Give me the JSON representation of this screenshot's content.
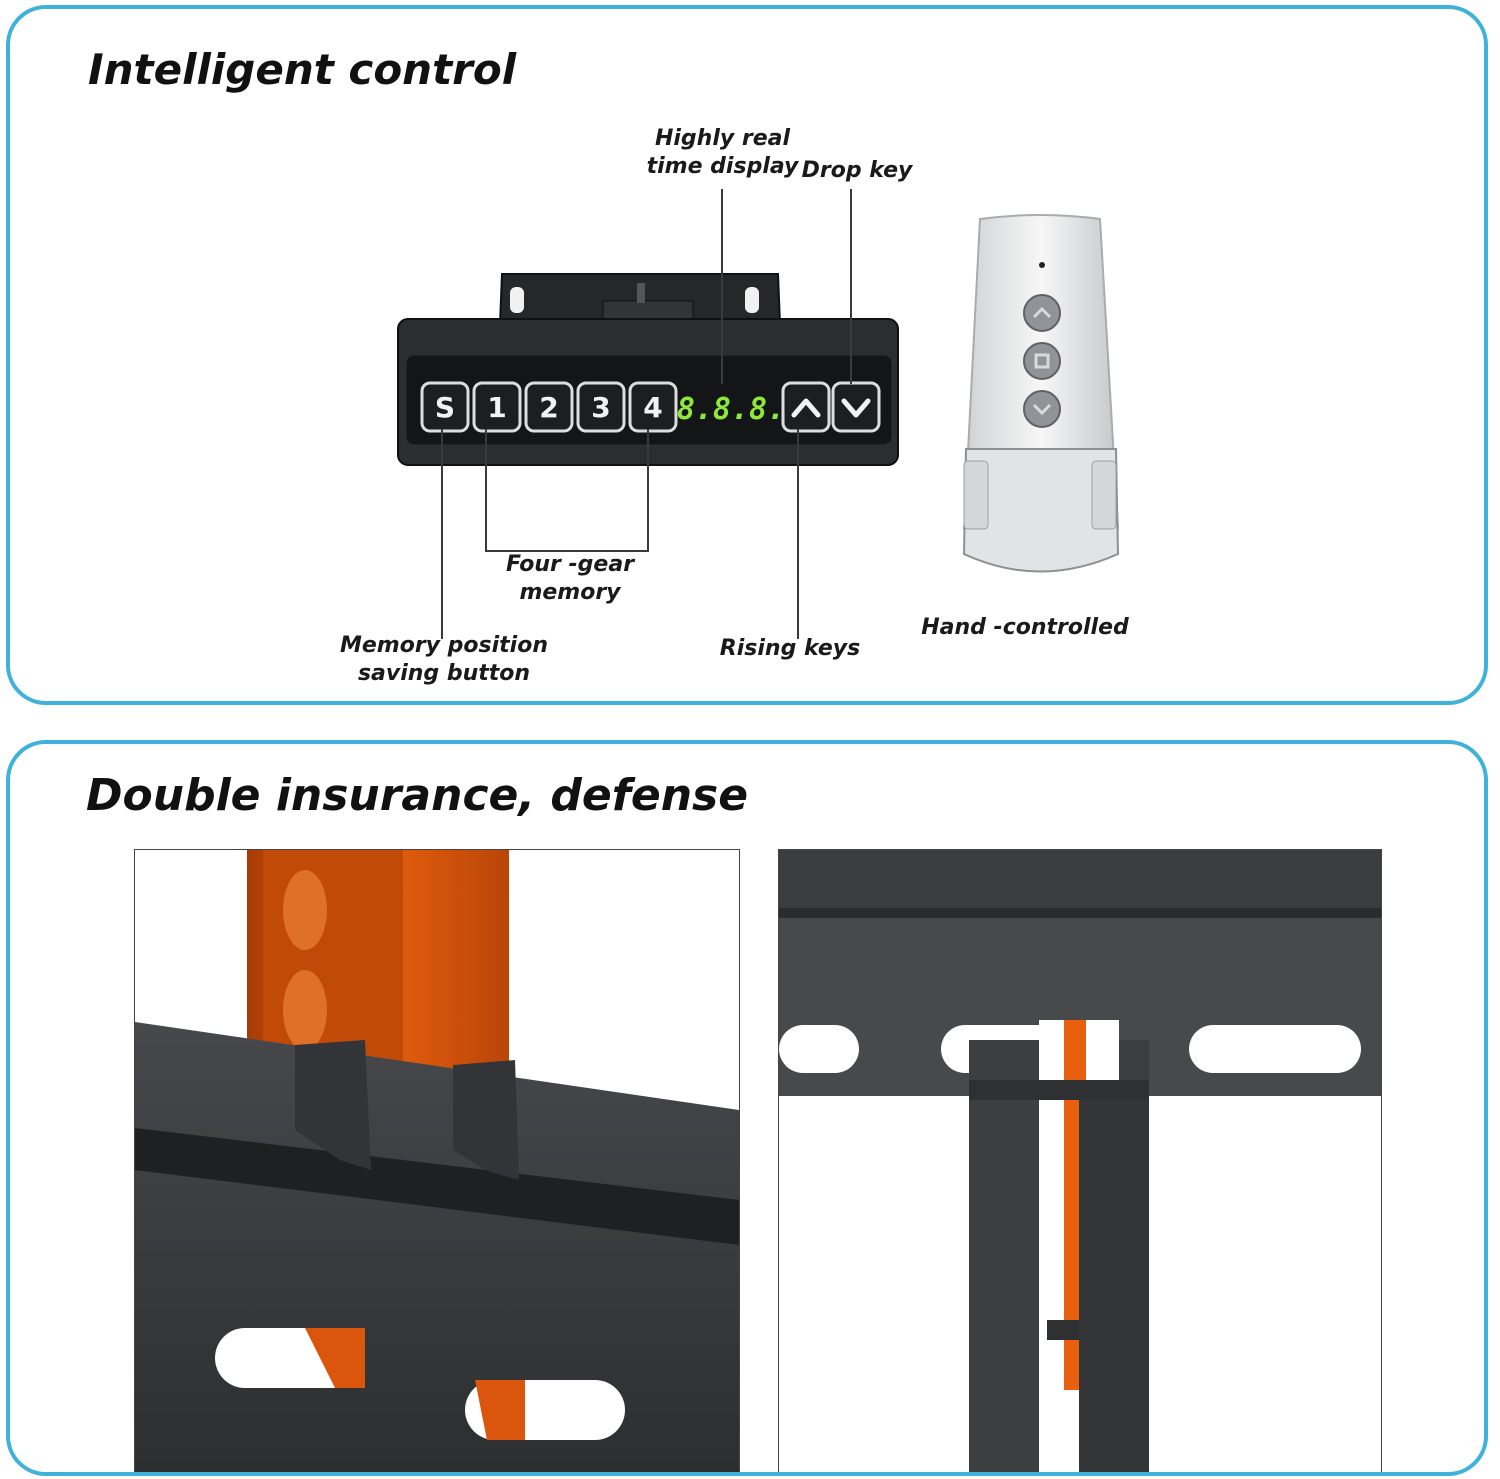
{
  "section_control": {
    "title": "Intelligent control",
    "panel": {
      "keys": [
        "S",
        "1",
        "2",
        "3",
        "4"
      ],
      "display": "8.8.8.",
      "up_key": "up-chevron-icon",
      "down_key": "down-chevron-icon"
    },
    "labels": {
      "display": "Highly real\ntime display",
      "drop_key": "Drop key",
      "four_gear": "Four -gear\nmemory",
      "memory_save": "Memory position\nsaving button",
      "rising_keys": "Rising keys",
      "remote": "Hand -controlled"
    },
    "remote_buttons": [
      "up-chevron-icon",
      "stop-square-icon",
      "down-chevron-icon"
    ]
  },
  "section_defense": {
    "title": "Double insurance, defense"
  },
  "colors": {
    "border": "#3fb2db",
    "orange": "#e8600f",
    "frame_dark": "#3c3e40",
    "panel_black": "#1b1c1e",
    "led_green": "#8ee83a"
  }
}
